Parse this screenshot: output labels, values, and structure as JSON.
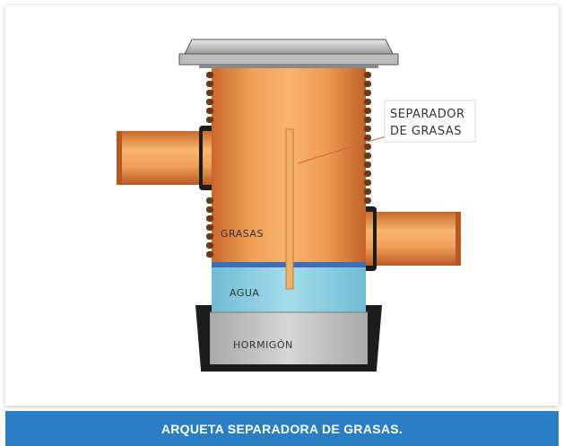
{
  "diagram": {
    "labels": {
      "separator": [
        "SEPARADOR",
        "DE GRASAS"
      ],
      "grease": "GRASAS",
      "water": "AGUA",
      "concrete": "HORMIGÓN"
    }
  },
  "caption": "ARQUETA SEPARADORA DE GRASAS.",
  "colors": {
    "pipe": "#e9934a",
    "water": "#8fd3e6",
    "concrete": "#c8c8c8",
    "caption_bg": "#2a7fc4"
  }
}
